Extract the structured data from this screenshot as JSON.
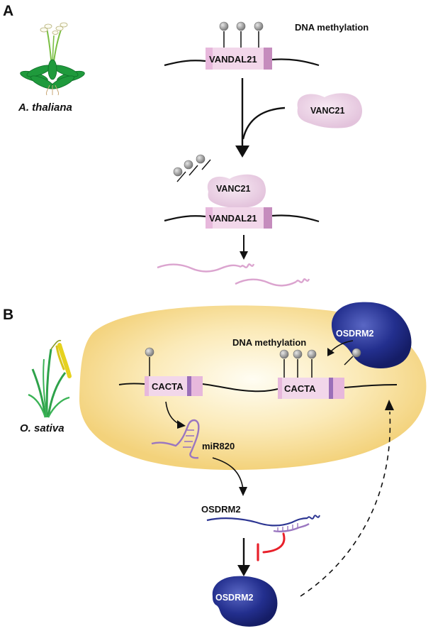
{
  "panel_a": {
    "letter": "A",
    "species": "A. thaliana",
    "methylation_label": "DNA methylation",
    "gene_label": "VANDAL21",
    "gene_label_bottom": "VANDAL21",
    "protein_label": "VANC21",
    "protein_label_bound": "VANC21"
  },
  "panel_b": {
    "letter": "B",
    "species": "O. sativa",
    "methylation_label": "DNA methylation",
    "cacta_left_label": "CACTA",
    "cacta_right_label": "CACTA",
    "osdrm2_top_label": "OSDRM2",
    "mirna_label": "miR820",
    "mrna_label": "OSDRM2",
    "osdrm2_bottom_label": "OSDRM2"
  },
  "colors": {
    "gene_box": "#e7b8dc",
    "gene_box_light": "#f2d7ea",
    "gene_box_stripe": "#9a6fb8",
    "protein_vanc": "#ead0e4",
    "mrna_a": "#dba4cf",
    "mirna": "#9a76c0",
    "osdrm2_protein": "#1f2c86",
    "osdrm2_mrna": "#2c3592",
    "inhibition": "#e8202a",
    "cell_bg": "#f6d98a",
    "methyl_lollipop": "#9a9a9a"
  }
}
